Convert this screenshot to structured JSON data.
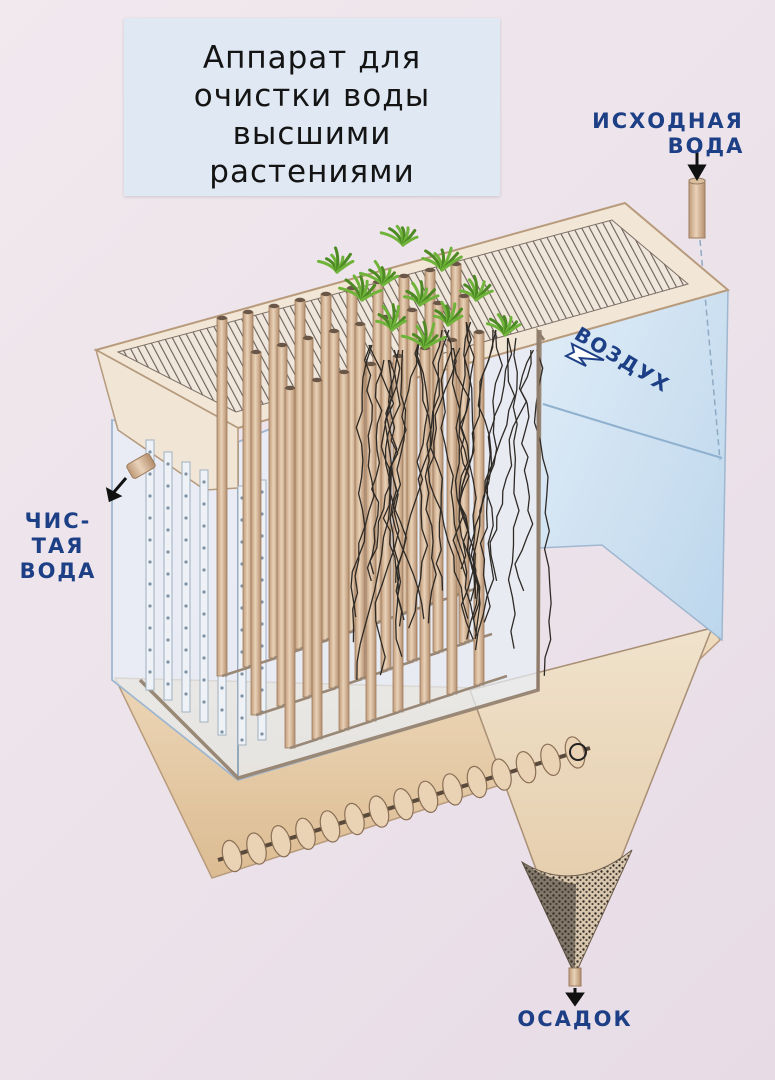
{
  "title": {
    "lines": [
      "Аппарат для",
      "очистки воды",
      "высшими",
      "растениями"
    ]
  },
  "labels": {
    "source_water": [
      "ИСХОДНАЯ",
      "ВОДА"
    ],
    "clean_water": [
      "ЧИС-",
      "ТАЯ",
      "ВОДА"
    ],
    "air": "ВОЗДУХ",
    "sediment": "ОСАДОК"
  },
  "colors": {
    "background": "#ede4eb",
    "title_card": "#dfe8f3",
    "label_blue": "#1d3f86",
    "water": "#cfe2f1",
    "tank_tan": "#e8cda9",
    "pipe_tan": "#d2b08f",
    "plant_green": "#5a9a2c",
    "roots": "#2e2a26",
    "sediment": "#3a352f"
  },
  "icons": [
    "arrow-down-icon",
    "arrow-in-icon",
    "plant-icon",
    "root-icon",
    "auger-screw-icon"
  ]
}
